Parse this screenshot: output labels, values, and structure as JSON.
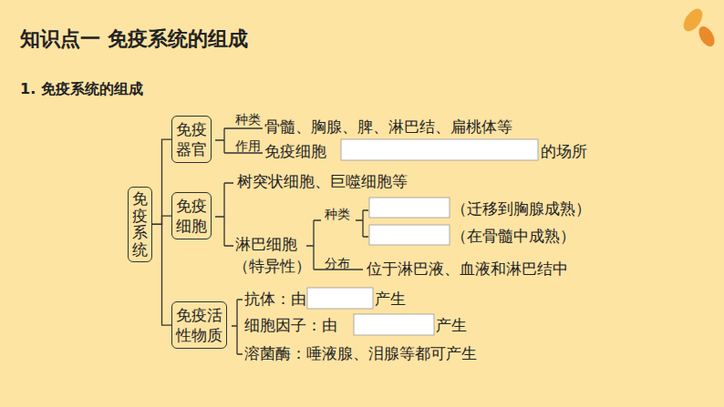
{
  "diagram": {
    "title": "知识点一  免疫系统的组成",
    "nodes": [
      {
        "text": [
          "免疫系统"
        ]
      },
      {
        "text": [
          "免疫器官"
        ]
      },
      {
        "text": [
          "免疫细胞"
        ]
      },
      {
        "text": [
          "免疫活性物质"
        ]
      }
    ],
    "edges": [
      {
        "from": 0,
        "to": 1,
        "arrow": "none"
      },
      {
        "from": 0,
        "to": 2,
        "arrow": "none"
      },
      {
        "from": 0,
        "to": 3,
        "arrow": "none"
      }
    ],
    "labels": [
      "1. 免疫系统的组成",
      "种类",
      "骨髓、胸腺、脾、淋巴结、扁桃体等",
      "作用",
      "免疫细胞",
      "的场所",
      "树突状细胞、巨噬细胞等",
      "淋巴细胞",
      "（特异性）",
      "种类",
      "（迁移到胸腺成熟）",
      "（在骨髓中成熟）",
      "分布",
      "位于淋巴液、血液和淋巴结中",
      "抗体：由",
      "产生",
      "细胞因子：由",
      "产生",
      "溶菌酶：唾液腺、泪腺等都可产生"
    ]
  }
}
